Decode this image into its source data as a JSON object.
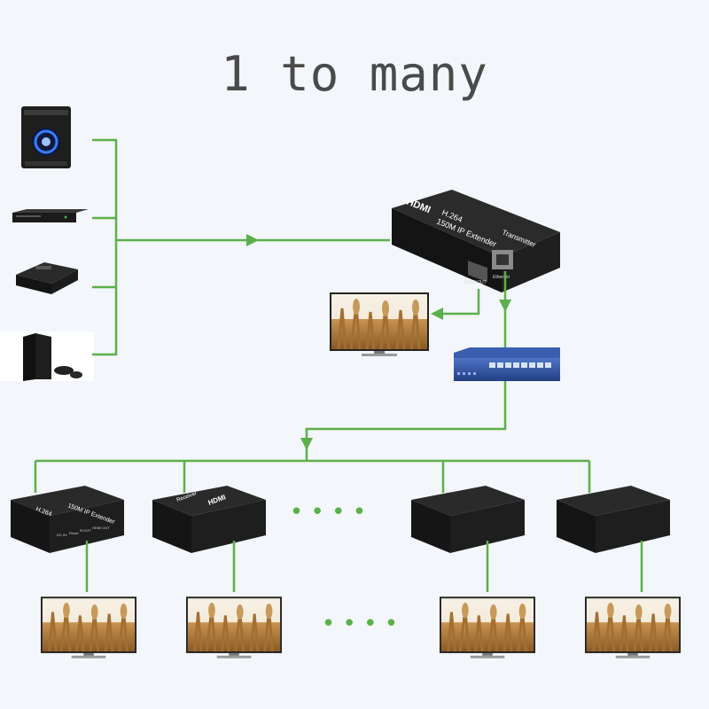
{
  "title": "1 to many",
  "colors": {
    "line": "#5cb04a",
    "device": "#1c1c1c",
    "background": "#f3f6fa",
    "switch": "#2f4f9a"
  },
  "sources": [
    {
      "icon": "pc-tower-icon"
    },
    {
      "icon": "dvd-player-icon"
    },
    {
      "icon": "set-top-box-icon"
    },
    {
      "icon": "game-console-icon"
    }
  ],
  "transmitter": {
    "brand": "HDMI",
    "codec": "H.264",
    "model": "150M IP Extender",
    "role": "Transmitter",
    "ports": [
      "HDMI OUT",
      "Ethernet"
    ]
  },
  "receiver": {
    "brand": "HDMI",
    "codec": "H.264",
    "model": "150M IP Extender",
    "role": "Receiver",
    "ports": [
      "DC 5V",
      "Reset",
      "IR-EXT",
      "HDMI OUT"
    ]
  },
  "ellipsis": "• • • •"
}
